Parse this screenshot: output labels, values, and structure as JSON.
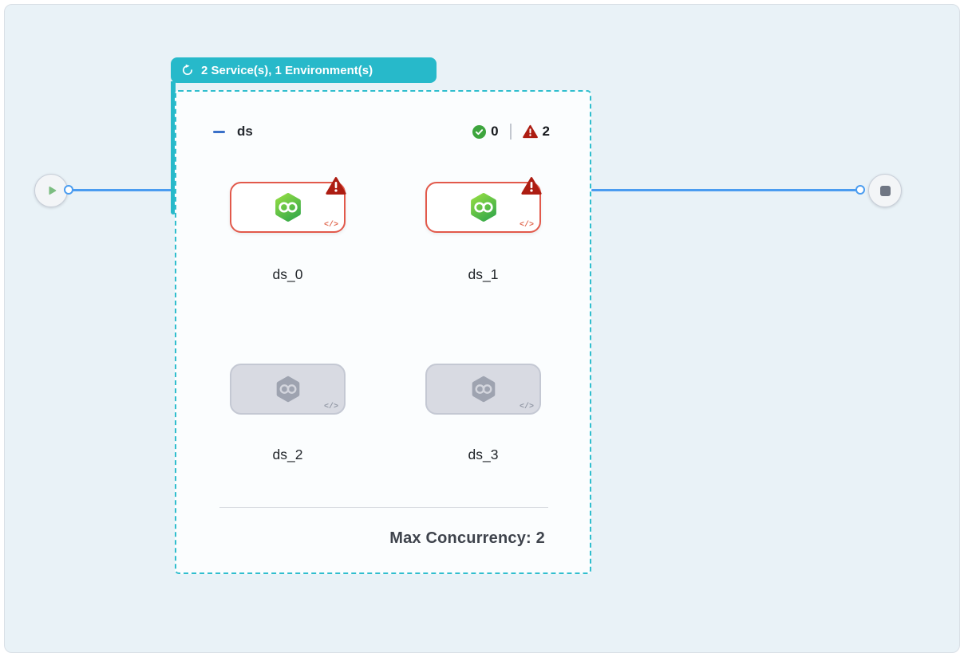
{
  "loop_group": {
    "badge_label": "2 Service(s), 1 Environment(s)"
  },
  "stage": {
    "name": "ds",
    "status": {
      "success_count": "0",
      "error_count": "2"
    },
    "nodes": [
      {
        "label": "ds_0",
        "state": "error"
      },
      {
        "label": "ds_1",
        "state": "error"
      },
      {
        "label": "ds_2",
        "state": "pending"
      },
      {
        "label": "ds_3",
        "state": "pending"
      }
    ],
    "code_badge_label": "</>",
    "footer_label": "Max Concurrency: 2"
  },
  "icons": {
    "loop": "loop-arrow-icon",
    "success": "check-circle-icon",
    "warning": "warning-triangle-icon",
    "service": "hexagon-infinity-icon",
    "code": "code-angle-brackets-icon",
    "start": "play-icon",
    "end": "stop-icon",
    "collapse": "minus-icon"
  },
  "colors": {
    "canvas_background": "#e9f2f7",
    "teal_accent": "#27b9ca",
    "connector_blue": "#4a9cf0",
    "error_red": "#e2594b",
    "warning_dark_red": "#ad1d12",
    "success_green": "#3da53d",
    "disabled_gray": "#d8dae2"
  }
}
